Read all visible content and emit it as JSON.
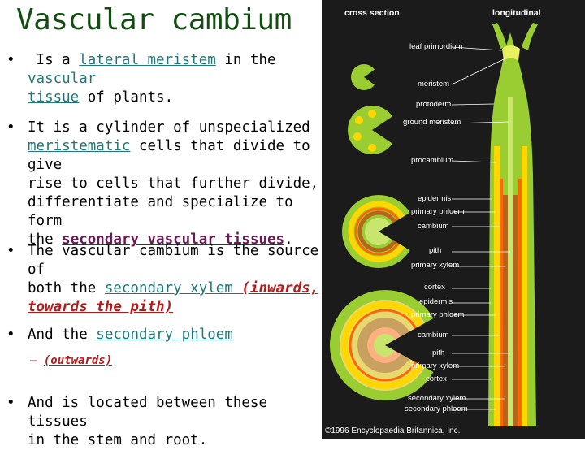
{
  "slide": {
    "title": "Vascular cambium",
    "bullet_char": "•",
    "bullets": [
      {
        "pre": "Is a ",
        "link1": "lateral meristem",
        "mid": " in the ",
        "link2": "vascular",
        "link3": "tissue",
        "post": " of plants."
      },
      {
        "l1": "It is a cylinder of unspecialized",
        "link": "meristematic",
        "l2": " cells that divide to give",
        "l3": "rise to cells that further divide,",
        "l4": "differentiate and specialize to form",
        "pre5": "the ",
        "link5": "secondary vascular tissues",
        "post5": "."
      },
      {
        "l1": "The vascular cambium is the source of",
        "pre2": "both the ",
        "link2": "secondary xylem ",
        "red2": " (inwards,",
        "red3": "towards the pith)"
      },
      {
        "pre": "And the ",
        "link": "secondary phloem"
      },
      {
        "l1": "And is located between these tissues",
        "l2": "in the stem and root."
      }
    ],
    "sub_bullet": {
      "dash": "–",
      "text": "(outwards)"
    }
  },
  "figure": {
    "head_left": "cross section",
    "head_right": "longitudinal",
    "labels": {
      "leaf_primordium": "leaf primordium",
      "meristem": "meristem",
      "protoderm": "protoderm",
      "ground_meristem": "ground meristem",
      "procambium": "procambium",
      "epidermis1": "epidermis",
      "primary_phloem1": "primary phloem",
      "cambium1": "cambium",
      "pith1": "pith",
      "primary_xylem1": "primary xylem",
      "cortex1": "cortex",
      "epidermis2": "epidermis",
      "primary_phloem2": "primary phloem",
      "cambium2": "cambium",
      "pith2": "pith",
      "primary_xylem2": "primary xylem",
      "cortex2": "cortex",
      "secondary_xylem": "secondary xylem",
      "secondary_phloem": "secondary phloem"
    },
    "credit": "©1996 Encyclopaedia Britannica, Inc.",
    "colors": {
      "background": "#1b1b1b",
      "tissue": "#9acd32",
      "ring": "#ffd700",
      "cambium": "#ff6600",
      "xylem": "#b5651d"
    }
  }
}
